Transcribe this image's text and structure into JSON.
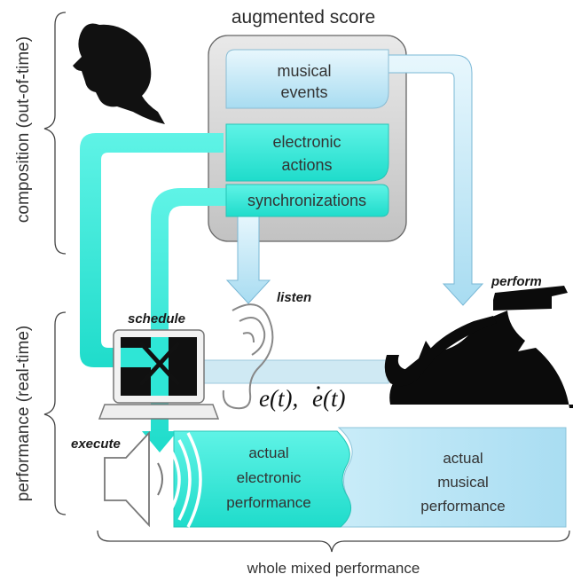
{
  "diagram": {
    "title": "augmented score",
    "score_sections": {
      "musical_events": [
        "musical",
        "events"
      ],
      "electronic_actions": [
        "electronic",
        "actions"
      ],
      "synchronizations": "synchronizations"
    },
    "side_labels": {
      "composition": "composition (out-of-time)",
      "performance": "performance (real-time)"
    },
    "arrow_labels": {
      "listen": "listen",
      "perform": "perform",
      "schedule": "schedule",
      "execute": "execute"
    },
    "formula": {
      "part1": "e(t),",
      "part2": "e(t)"
    },
    "performances": {
      "electronic": [
        "actual",
        "electronic",
        "performance"
      ],
      "musical": [
        "actual",
        "musical",
        "performance"
      ]
    },
    "bottom_label": "whole mixed performance"
  },
  "colors": {
    "teal": "#2EE6D6",
    "light_blue": "#BFE6F5",
    "score_gray": "#C9C9C9"
  }
}
